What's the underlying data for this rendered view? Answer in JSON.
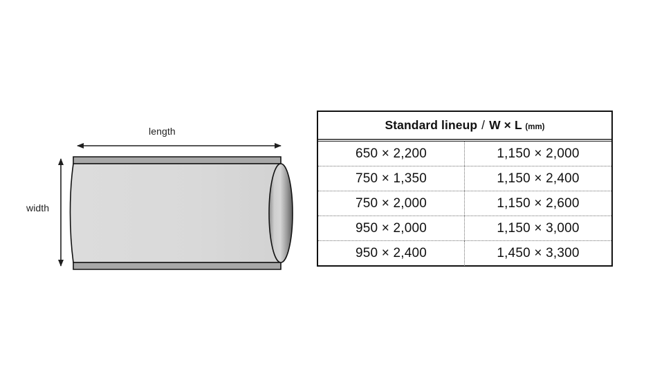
{
  "diagram": {
    "name": "roll-product-dimensions",
    "length_label": "length",
    "width_label": "width",
    "colors": {
      "body_fill": "#d9d9d9",
      "edge_strip": "#a8a8a8",
      "outline": "#111111",
      "end_cap_light": "#d2d2d2",
      "end_cap_dark": "#6b6b6b",
      "arrow": "#1f1f1f"
    }
  },
  "table": {
    "title_main": "Standard lineup",
    "title_separator": "/",
    "title_dims": "W × L",
    "title_unit": "(mm)",
    "columns": [
      "left",
      "right"
    ],
    "rows": [
      {
        "left": "650 × 2,200",
        "right": "1,150 × 2,000"
      },
      {
        "left": "750 × 1,350",
        "right": "1,150 × 2,400"
      },
      {
        "left": "750 × 2,000",
        "right": "1,150 × 2,600"
      },
      {
        "left": "950 × 2,000",
        "right": "1,150 × 3,000"
      },
      {
        "left": "950 × 2,400",
        "right": "1,450 × 3,300"
      }
    ],
    "colors": {
      "border": "#111111",
      "row_divider": "#6f6f6f",
      "text": "#101010",
      "background": "#ffffff"
    }
  },
  "page": {
    "background": "#ffffff"
  }
}
